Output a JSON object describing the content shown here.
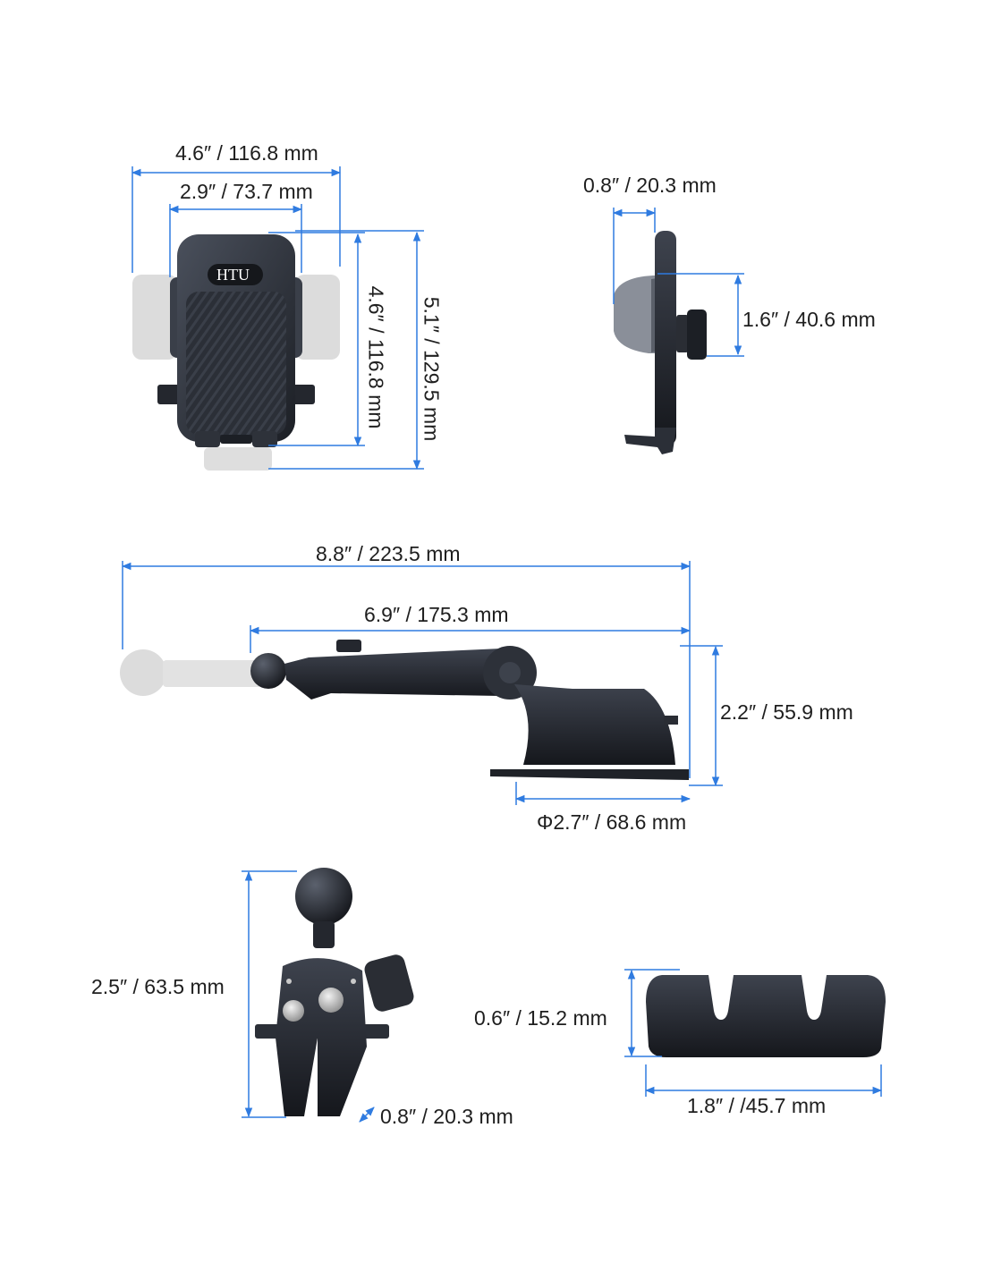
{
  "brand": {
    "logo_text": "HTU"
  },
  "colors": {
    "dimension_line": "#2f7be0",
    "product_dark": "#2a2e36",
    "product_ghost": "#d9d9d9"
  },
  "front_view": {
    "outer_width": "4.6″ / 116.8 mm",
    "inner_width": "2.9″ / 73.7 mm",
    "inner_height": "4.6″ / 116.8 mm",
    "outer_height": "5.1″ / 129.5 mm"
  },
  "side_view": {
    "depth": "0.8″ / 20.3 mm",
    "knob_height": "1.6″ / 40.6 mm"
  },
  "arm_view": {
    "extended_length": "8.8″ / 223.5 mm",
    "retracted_length": "6.9″ / 175.3 mm",
    "height": "2.2″ / 55.9 mm",
    "base_diameter": "Φ2.7″ / 68.6 mm"
  },
  "vent_clip": {
    "height": "2.5″ / 63.5 mm",
    "clip_width": "0.8″ / 20.3 mm"
  },
  "cable_clip": {
    "height": "0.6″ / 15.2 mm",
    "width": "1.8″ / /45.7 mm"
  }
}
